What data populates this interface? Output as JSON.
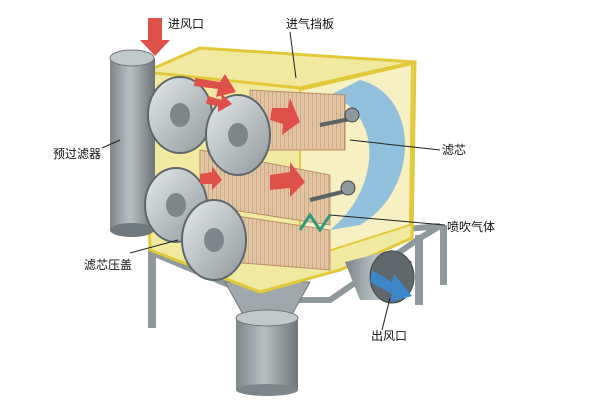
{
  "labels": {
    "inlet": "进风口",
    "baffle": "进气挡板",
    "prefilter": "预过滤器",
    "cartridge": "滤芯",
    "pulse_gas": "喷吹气体",
    "cover": "滤芯压盖",
    "outlet": "出风口"
  },
  "colors": {
    "housing_fill": "#f2e9a0",
    "housing_edge": "#e2c93a",
    "cylinder": "#9aa3a6",
    "cylinder_dark": "#6f787b",
    "filter_pleat": "#d9b99a",
    "air_arrow": "#e0504a",
    "outlet_arrow": "#3d86c8",
    "pulse_blue": "#7fb8e0",
    "leader_line": "#222222"
  }
}
